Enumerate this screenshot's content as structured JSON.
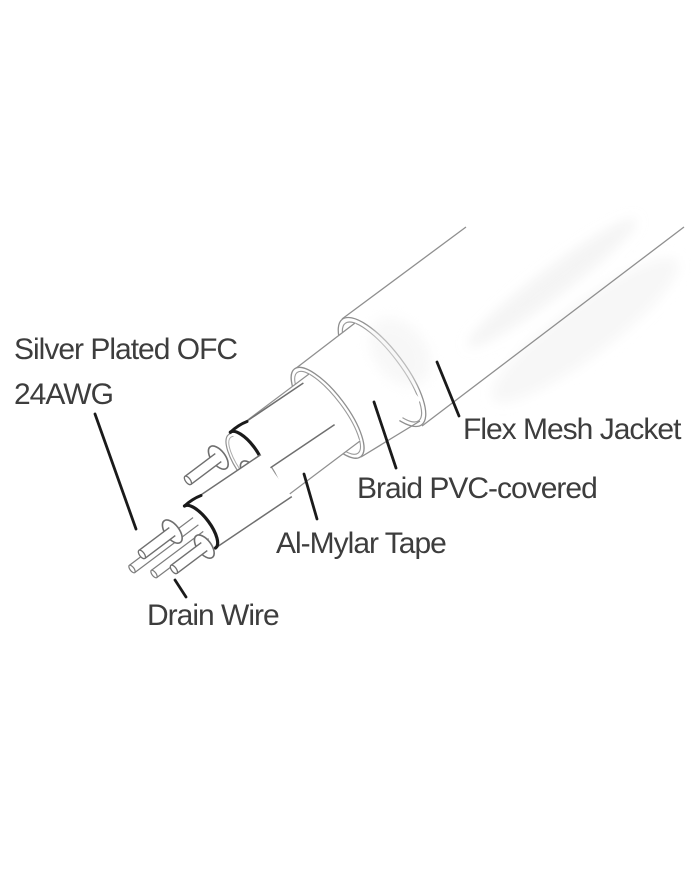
{
  "diagram": {
    "type": "cable-construction-callout-diagram",
    "background_color": "#ffffff",
    "colors": {
      "structure_line": "#8f8f8f",
      "wire_line": "#6f6f6f",
      "cut_edge_and_leader": "#1a1a1a",
      "label_text": "#3d3d3d"
    },
    "labels": {
      "conductor_line1": "Silver Plated OFC",
      "conductor_line2": "24AWG",
      "jacket": "Flex Mesh Jacket",
      "braid": "Braid PVC-covered",
      "tape": "Al-Mylar Tape",
      "drain": "Drain Wire"
    },
    "layers_outside_in": [
      "Flex Mesh Jacket",
      "Braid PVC-covered",
      "Al-Mylar Tape",
      "Silver Plated OFC 24AWG conductors",
      "Drain Wire"
    ]
  }
}
